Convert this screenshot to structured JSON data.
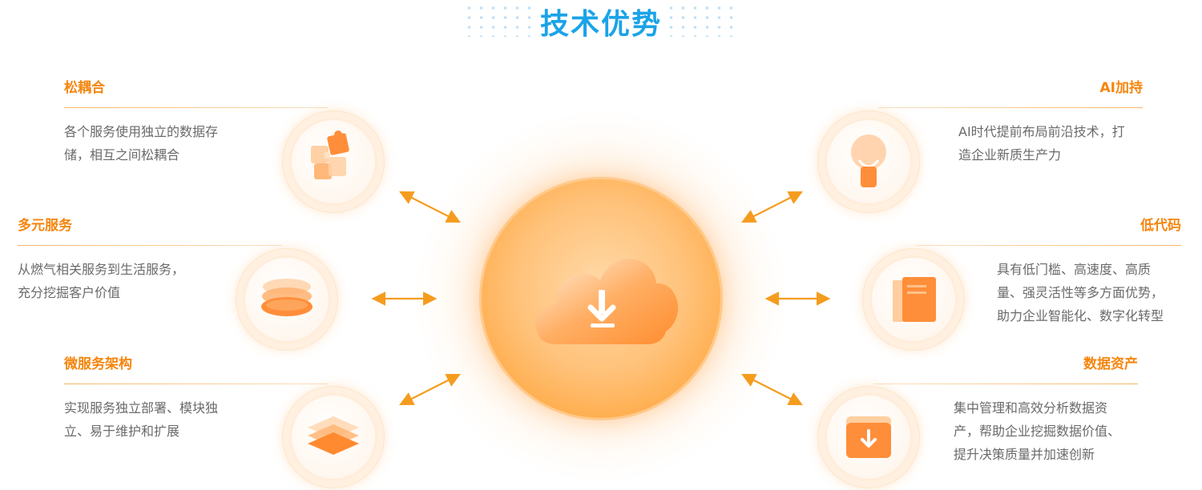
{
  "header": {
    "title": "技术优势"
  },
  "features": {
    "loose": {
      "title": "松耦合",
      "lines": [
        "各个服务使用独立的数据存",
        "储，相互之间松耦合"
      ],
      "icon": "puzzle-icon"
    },
    "diverse": {
      "title": "多元服务",
      "lines": [
        "从燃气相关服务到生活服务，",
        "充分挖掘客户价值"
      ],
      "icon": "disc-stack-icon"
    },
    "micro": {
      "title": "微服务架构",
      "lines": [
        "实现服务独立部署、模块独",
        "立、易于维护和扩展"
      ],
      "icon": "layers-icon"
    },
    "ai": {
      "title": "AI加持",
      "lines": [
        "AI时代提前布局前沿技术，打",
        "造企业新质生产力"
      ],
      "icon": "lightbulb-icon"
    },
    "lowcode": {
      "title": "低代码",
      "lines": [
        "具有低门槛、高速度、高质",
        "量、强灵活性等多方面优势，",
        "助力企业智能化、数字化转型"
      ],
      "icon": "book-icon"
    },
    "data": {
      "title": "数据资产",
      "lines": [
        "集中管理和高效分析数据资",
        "产，帮助企业挖掘数据价值、",
        "提升决策质量并加速创新"
      ],
      "icon": "download-box-icon"
    }
  },
  "center": {
    "icon": "cloud-download-icon"
  },
  "colors": {
    "accent": "#f5860f",
    "title": "#1aa3e8",
    "text": "#6a6a6a"
  }
}
